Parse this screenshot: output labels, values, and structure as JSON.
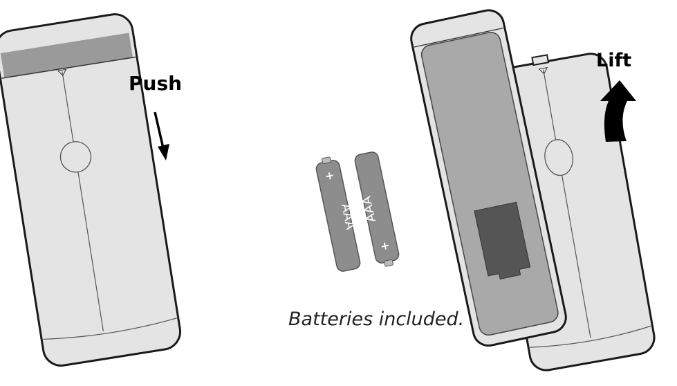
{
  "instructions": {
    "push_label": "Push",
    "lift_label": "Lift",
    "batteries_note": "Batteries included."
  },
  "batteries": [
    {
      "type_label": "AAA",
      "polarity_mark": "+"
    },
    {
      "type_label": "AAA",
      "polarity_mark": "+"
    }
  ],
  "icons": [
    "push-arrow-icon",
    "lift-arrow-icon"
  ],
  "colors": {
    "remote_body": "#e4e4e4",
    "remote_outline": "#1a1a1a",
    "cover_recess": "#9a9a9a",
    "battery_compartment": "#a9a9a9",
    "battery_contact_plate": "#555555",
    "battery_body": "#8d8d8d"
  }
}
